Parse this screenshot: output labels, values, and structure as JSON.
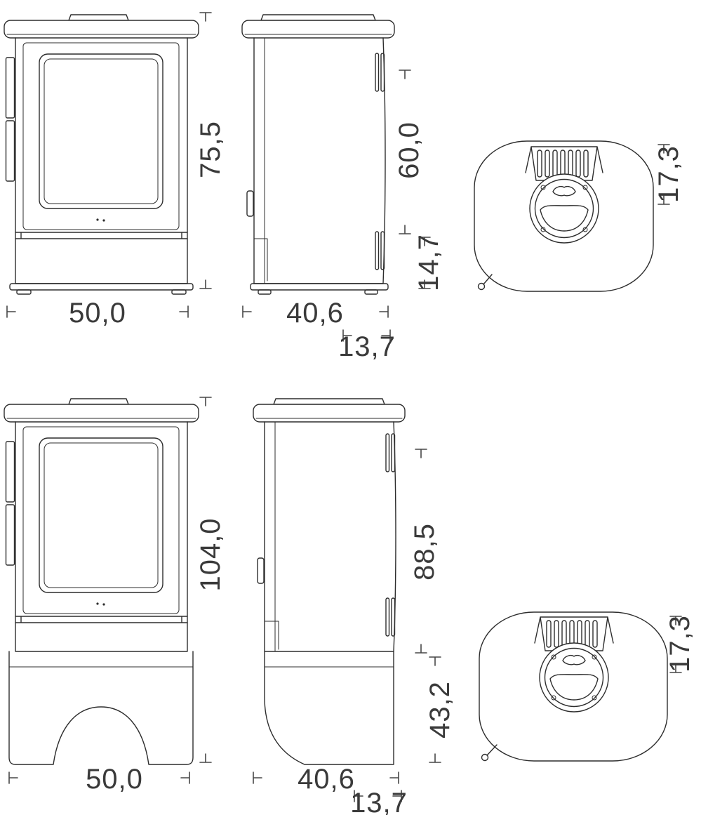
{
  "drawing": {
    "type": "stove-dimension-drawing",
    "line_color": "#2d2d2d",
    "dim_color": "#3a3a3a",
    "decimal_separator": ","
  },
  "variant_a": {
    "front": {
      "height": "75,5",
      "width": "50,0"
    },
    "side": {
      "upper_height": "60,0",
      "base_height": "14,7",
      "depth": "40,6",
      "door_depth": "13,7"
    },
    "top": {
      "flue_offset": "17,3"
    }
  },
  "variant_b": {
    "front": {
      "height": "104,0",
      "width": "50,0"
    },
    "side": {
      "upper_height": "88,5",
      "base_height": "43,2",
      "depth": "40,6",
      "door_depth": "13,7"
    },
    "top": {
      "flue_offset": "17,3"
    }
  }
}
